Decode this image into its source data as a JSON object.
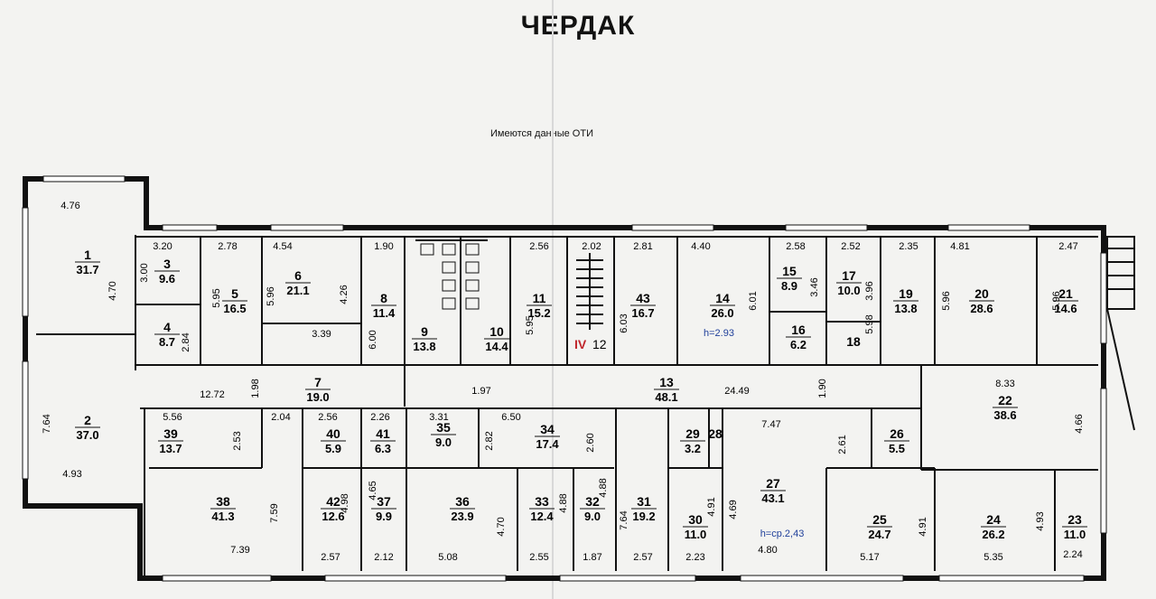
{
  "title": "ЧЕРДАК",
  "note": "Имеются данные ОТИ",
  "stair_label": "IV",
  "stair_number": "12",
  "rooms": [
    {
      "num": "1",
      "area": "31.7"
    },
    {
      "num": "2",
      "area": "37.0"
    },
    {
      "num": "3",
      "area": "9.6"
    },
    {
      "num": "4",
      "area": "8.7"
    },
    {
      "num": "5",
      "area": "16.5"
    },
    {
      "num": "6",
      "area": "21.1"
    },
    {
      "num": "7",
      "area": "19.0"
    },
    {
      "num": "8",
      "area": "11.4"
    },
    {
      "num": "9",
      "area": "13.8"
    },
    {
      "num": "10",
      "area": "14.4"
    },
    {
      "num": "11",
      "area": "15.2"
    },
    {
      "num": "13",
      "area": "48.1"
    },
    {
      "num": "14",
      "area": "26.0"
    },
    {
      "num": "15",
      "area": "8.9"
    },
    {
      "num": "16",
      "area": "6.2"
    },
    {
      "num": "17",
      "area": "10.0"
    },
    {
      "num": "18",
      "area": ""
    },
    {
      "num": "19",
      "area": "13.8"
    },
    {
      "num": "20",
      "area": "28.6"
    },
    {
      "num": "21",
      "area": "14.6"
    },
    {
      "num": "22",
      "area": "38.6"
    },
    {
      "num": "23",
      "area": "11.0"
    },
    {
      "num": "24",
      "area": "26.2"
    },
    {
      "num": "25",
      "area": "24.7"
    },
    {
      "num": "26",
      "area": "5.5"
    },
    {
      "num": "27",
      "area": "43.1"
    },
    {
      "num": "28",
      "area": ""
    },
    {
      "num": "29",
      "area": "3.2"
    },
    {
      "num": "30",
      "area": "11.0"
    },
    {
      "num": "31",
      "area": "19.2"
    },
    {
      "num": "32",
      "area": "9.0"
    },
    {
      "num": "33",
      "area": "12.4"
    },
    {
      "num": "34",
      "area": "17.4"
    },
    {
      "num": "35",
      "area": "9.0"
    },
    {
      "num": "36",
      "area": "23.9"
    },
    {
      "num": "37",
      "area": "9.9"
    },
    {
      "num": "38",
      "area": "41.3"
    },
    {
      "num": "39",
      "area": "13.7"
    },
    {
      "num": "40",
      "area": "5.9"
    },
    {
      "num": "41",
      "area": "6.3"
    },
    {
      "num": "42",
      "area": "12.6"
    },
    {
      "num": "43",
      "area": "16.7"
    }
  ],
  "dimensions": [
    "4.76",
    "4.70",
    "3.20",
    "3.00",
    "2.84",
    "2.78",
    "5.95",
    "4.54",
    "5.96",
    "4.26",
    "3.39",
    "1.90",
    "6.00",
    "2.56",
    "5.95",
    "2.02",
    "2.81",
    "6.03",
    "4.40",
    "6.01",
    "2.58",
    "3.46",
    "2.52",
    "3.96",
    "2.35",
    "5.98",
    "4.81",
    "5.96",
    "2.47",
    "5.96",
    "12.72",
    "1.98",
    "1.97",
    "24.49",
    "1.90",
    "8.33",
    "4.66",
    "7.64",
    "4.93",
    "5.56",
    "2.53",
    "2.04",
    "2.56",
    "2.26",
    "3.31",
    "6.50",
    "2.82",
    "2.60",
    "7.47",
    "2.61",
    "7.59",
    "7.39",
    "4.98",
    "2.57",
    "4.65",
    "2.12",
    "4.70",
    "5.08",
    "4.88",
    "2.55",
    "4.88",
    "1.87",
    "7.64",
    "2.57",
    "4.91",
    "2.23",
    "4.69",
    "4.80",
    "5.17",
    "4.91",
    "5.35",
    "4.93",
    "2.24"
  ],
  "heights": [
    "h=2.93",
    "h=ср.2,43"
  ]
}
